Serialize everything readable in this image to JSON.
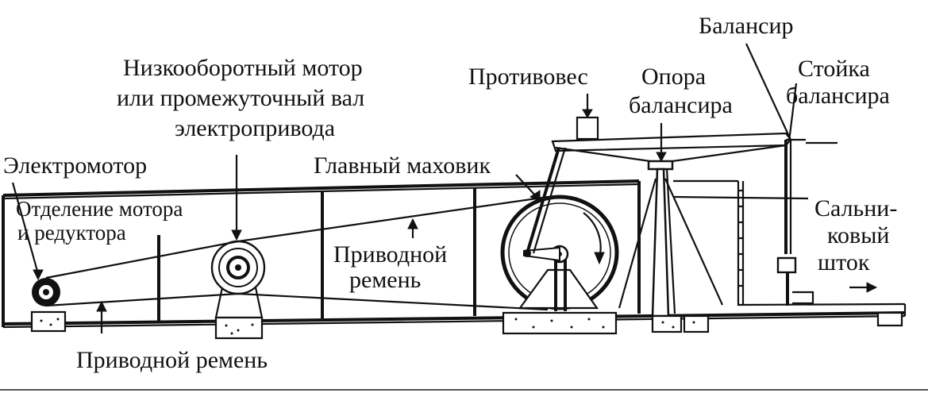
{
  "labels": {
    "balancer": "Балансир",
    "balancer_post_1": "Стойка",
    "balancer_post_2": "балансира",
    "counterweight": "Противовес",
    "balancer_support_1": "Опора",
    "balancer_support_2": "балансира",
    "low_speed_motor_1": "Низкооборотный мотор",
    "low_speed_motor_2": "или промежуточный вал",
    "low_speed_motor_3": "электропривода",
    "electric_motor": "Электромотор",
    "main_flywheel": "Главный маховик",
    "motor_section_1": "Отделение мотора",
    "motor_section_2": "и редуктора",
    "drive_belt_upper_1": "Приводной",
    "drive_belt_upper_2": "ремень",
    "drive_belt_lower": "Приводной ремень",
    "polished_rod_1": "Сальни-",
    "polished_rod_2": "ковый",
    "polished_rod_3": "шток"
  }
}
